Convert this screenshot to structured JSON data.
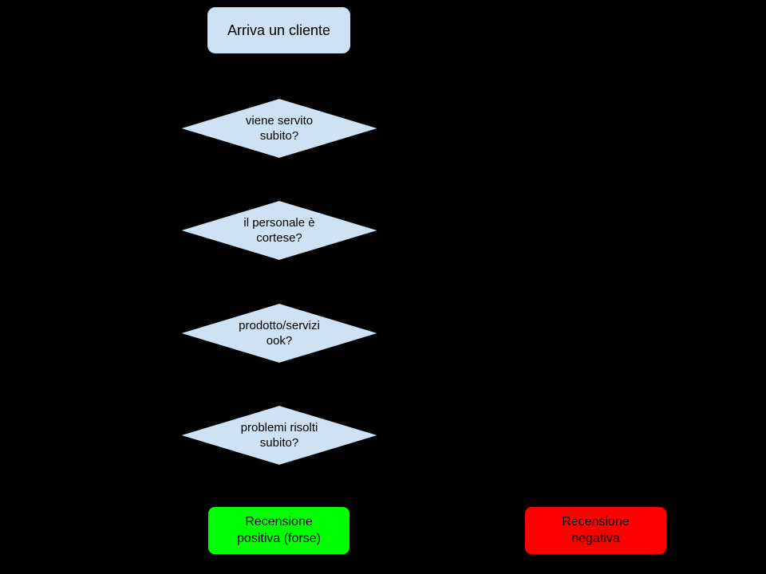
{
  "colors": {
    "background": "#000000",
    "node_fill": "#cfe2f3",
    "border": "#000000",
    "text": "#000000",
    "positive": "#00ff00",
    "negative": "#ff0000"
  },
  "nodes": {
    "start": {
      "label": "Arriva un cliente"
    },
    "decisions": [
      {
        "label": "viene servito\nsubito?"
      },
      {
        "label": "il personale è\ncortese?"
      },
      {
        "label": "prodotto/servizi\nook?"
      },
      {
        "label": "problemi risolti\nsubito?"
      }
    ],
    "outcomes": [
      {
        "label": "Recensione\npositiva (forse)"
      },
      {
        "label": "Recensione\nnegativa"
      }
    ]
  }
}
